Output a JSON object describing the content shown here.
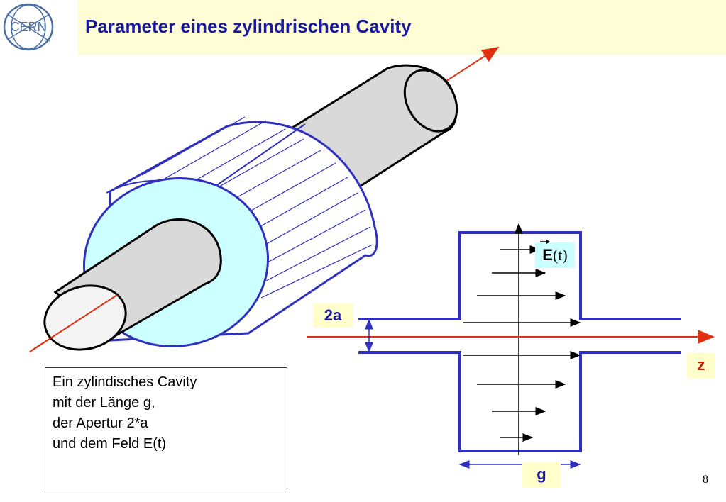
{
  "header": {
    "title": "Parameter eines zylindrischen Cavity",
    "logo_text": "CERN"
  },
  "caption": {
    "lines": [
      "Ein zylindisches Cavity",
      "mit der Länge g,",
      "der Apertur 2*a",
      "und dem Feld E(t)"
    ]
  },
  "labels": {
    "aperture": "2a",
    "axis": "z",
    "gap": "g",
    "field_symbol": "E",
    "field_arg": "(t)"
  },
  "colors": {
    "title": "#1a1aa0",
    "beam_axis": "#e03010",
    "cavity_outline": "#3030c0",
    "cavity_face": "#ccffff",
    "tube": "#d9d9d9",
    "label_bg": "#ffffcc"
  },
  "page_number": "8"
}
